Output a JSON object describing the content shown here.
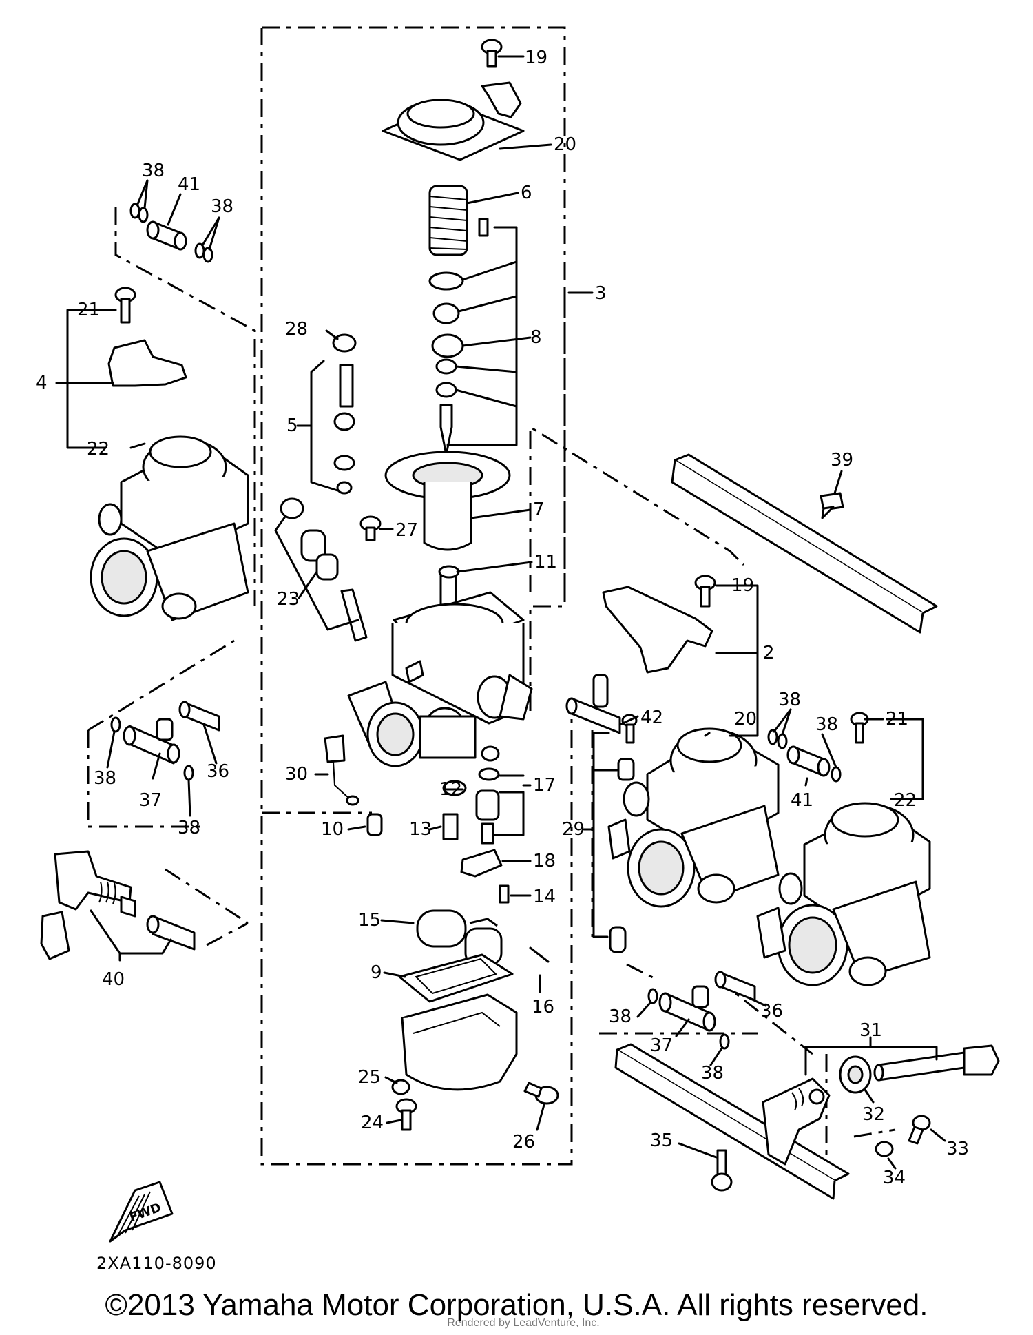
{
  "diagram": {
    "part_code": "2XA110-8090",
    "fwd_label": "FWD",
    "callouts": {
      "c19a": "19",
      "c20a": "20",
      "c6": "6",
      "c3": "3",
      "c8": "8",
      "c7": "7",
      "c27": "27",
      "c11": "11",
      "c28": "28",
      "c5": "5",
      "c23": "23",
      "c38a": "38",
      "c41a": "41",
      "c38b": "38",
      "c21a": "21",
      "c4": "4",
      "c22a": "22",
      "c39": "39",
      "c19b": "19",
      "c2": "2",
      "c42": "42",
      "c20b": "20",
      "c38c": "38",
      "c38d": "38",
      "c21b": "21",
      "c41b": "41",
      "c22b": "22",
      "c38e": "38",
      "c37a": "37",
      "c36a": "36",
      "c38f": "38",
      "c30": "30",
      "c10": "10",
      "c12": "12",
      "c17": "17",
      "c13": "13",
      "c29": "29",
      "c18": "18",
      "c14": "14",
      "c15": "15",
      "c9": "9",
      "c16": "16",
      "c40": "40",
      "c25": "25",
      "c24": "24",
      "c26": "26",
      "c38g": "38",
      "c36b": "36",
      "c37b": "37",
      "c38h": "38",
      "c31": "31",
      "c32": "32",
      "c35": "35",
      "c33": "33",
      "c34": "34"
    }
  },
  "footer": {
    "copyright": "©2013 Yamaha Motor Corporation, U.S.A. All rights reserved.",
    "watermark": "Rendered by LeadVenture, Inc."
  }
}
